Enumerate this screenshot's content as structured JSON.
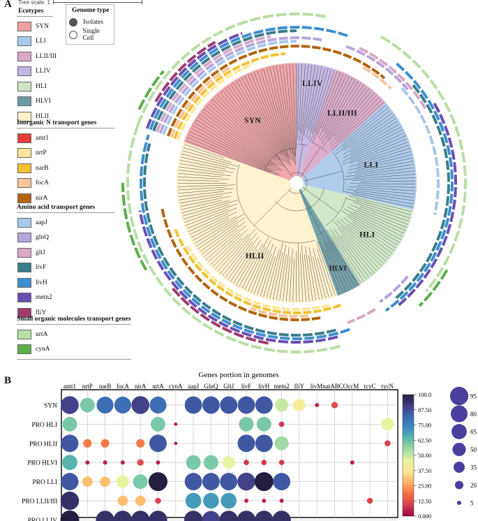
{
  "panelA": {
    "letter": "A",
    "tree_scale": "Tree scale: 1",
    "ecotypes": {
      "title": "Ecotypes",
      "items": [
        {
          "label": "SYN",
          "color": "#f0a1a5"
        },
        {
          "label": "LLI",
          "color": "#a9c8eb"
        },
        {
          "label": "LLII/III",
          "color": "#dba7c8"
        },
        {
          "label": "LLIV",
          "color": "#c2b4e3"
        },
        {
          "label": "HLI",
          "color": "#cfe6c7"
        },
        {
          "label": "HLVI",
          "color": "#6a9ba4"
        },
        {
          "label": "HLII",
          "color": "#fff1cb"
        }
      ]
    },
    "genome_type": {
      "title": "Genome type",
      "items": [
        {
          "label": "Isolates",
          "fill": "#555555"
        },
        {
          "label": "Single Cell",
          "fill": "#ffffff"
        }
      ]
    },
    "inorganic": {
      "title": "Inorganic N transport genes",
      "items": [
        {
          "label": "amt1",
          "color": "#ea3b3b"
        },
        {
          "label": "nrtP",
          "color": "#ffe79a"
        },
        {
          "label": "narB",
          "color": "#f2c230"
        },
        {
          "label": "focA",
          "color": "#f7c59a"
        },
        {
          "label": "nirA",
          "color": "#b4640f"
        }
      ]
    },
    "amino": {
      "title": "Amino acid transport genes",
      "items": [
        {
          "label": "aapJ",
          "color": "#a8c8ec"
        },
        {
          "label": "glnQ",
          "color": "#b6a6dc"
        },
        {
          "label": "gltJ",
          "color": "#d8a8c6"
        },
        {
          "label": "livF",
          "color": "#3a7e8a"
        },
        {
          "label": "livH",
          "color": "#3b8fd1"
        },
        {
          "label": "metn2",
          "color": "#6a4fb3"
        },
        {
          "label": "fliY",
          "color": "#9e3b6d"
        }
      ]
    },
    "small": {
      "title": "Small organic molecules transport genes",
      "items": [
        {
          "label": "urtA",
          "color": "#b9dea5"
        },
        {
          "label": "cynA",
          "color": "#5cae4a"
        }
      ]
    },
    "clade_labels": [
      "SYN",
      "LLIV",
      "LLII/III",
      "LLI",
      "HLI",
      "HLVI",
      "HLII"
    ]
  },
  "panelB": {
    "letter": "B",
    "chart_data": {
      "type": "bubble-heatmap",
      "title": "Genes portion in genomes",
      "columns": [
        "amt1",
        "nrtP",
        "narB",
        "focA",
        "nirA",
        "urtA",
        "cynA",
        "aapJ",
        "GlnQ",
        "GltJ",
        "livF",
        "livH",
        "metn2",
        "fliY",
        "livM",
        "natABC",
        "OccM",
        "tcyC",
        "tycN"
      ],
      "column_labels": [
        "amt1",
        "nrtP",
        "narB",
        "focA",
        "nirA",
        "urtA",
        "cynA",
        "aapJ",
        "GlnQ",
        "GltJ",
        "livF",
        "livH",
        "metn2",
        "fliY",
        "livMnatABCOccM",
        "tcyC",
        "tycN"
      ],
      "rows": [
        "SYN",
        "PRO HLI",
        "PRO HLII",
        "PRO HLVI",
        "PRO LLI",
        "PRO LLII/III",
        "PRO LLIV"
      ],
      "values": [
        [
          90,
          60,
          80,
          80,
          90,
          80,
          0,
          85,
          85,
          85,
          85,
          85,
          50,
          40,
          5,
          12,
          0,
          0,
          0
        ],
        [
          60,
          0,
          0,
          0,
          0,
          60,
          3,
          0,
          0,
          0,
          60,
          60,
          8,
          0,
          0,
          0,
          0,
          0,
          45
        ],
        [
          85,
          20,
          20,
          0,
          20,
          85,
          3,
          0,
          0,
          0,
          85,
          85,
          55,
          0,
          0,
          0,
          0,
          0,
          10
        ],
        [
          65,
          5,
          5,
          5,
          12,
          5,
          0,
          60,
          60,
          45,
          8,
          8,
          8,
          0,
          0,
          0,
          5,
          0,
          0
        ],
        [
          85,
          30,
          30,
          45,
          60,
          100,
          0,
          85,
          85,
          85,
          90,
          100,
          85,
          0,
          0,
          0,
          0,
          0,
          0
        ],
        [
          95,
          0,
          0,
          30,
          30,
          10,
          0,
          70,
          70,
          70,
          5,
          5,
          5,
          0,
          0,
          0,
          0,
          10,
          0
        ],
        [
          100,
          0,
          95,
          95,
          95,
          95,
          0,
          95,
          90,
          95,
          95,
          95,
          95,
          0,
          0,
          0,
          0,
          0,
          0
        ]
      ],
      "colorbar": {
        "ticks": [
          "100.0",
          "87.50",
          "75.00",
          "62.50",
          "50.00",
          "37.50",
          "25.00",
          "12.50",
          "0.000"
        ],
        "range": [
          0,
          100
        ],
        "colors": [
          "#23203f",
          "#433d85",
          "#3e67b1",
          "#3a8cbf",
          "#5cbcaa",
          "#a6dba4",
          "#e7f5a0",
          "#fee593",
          "#fdae61",
          "#f46d43",
          "#d53e4f",
          "#9e0142"
        ]
      },
      "size_legend": [
        "95",
        "80",
        "65",
        "50",
        "35",
        "20",
        "5"
      ]
    }
  }
}
